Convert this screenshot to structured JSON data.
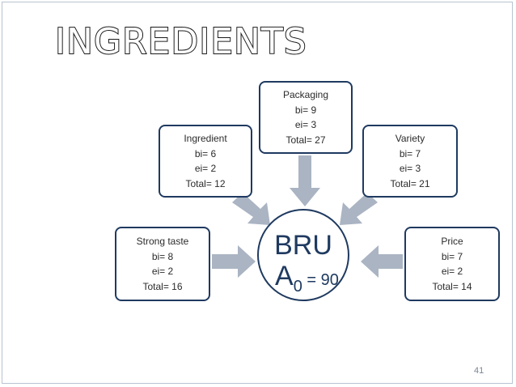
{
  "title": "INGREDIENTS",
  "center": {
    "line1": "BRU",
    "letter": "A",
    "subscript": "0",
    "rest": " = 90"
  },
  "factors": {
    "packaging": {
      "name": "Packaging",
      "bi": "bi= 9",
      "ei": "ei= 3",
      "total": "Total= 27"
    },
    "ingredient": {
      "name": "Ingredient",
      "bi": "bi= 6",
      "ei": "ei= 2",
      "total": "Total= 12"
    },
    "variety": {
      "name": "Variety",
      "bi": "bi= 7",
      "ei": "ei= 3",
      "total": "Total= 21"
    },
    "strong_taste": {
      "name": "Strong taste",
      "bi": "bi= 8",
      "ei": "ei= 2",
      "total": "Total= 16"
    },
    "price": {
      "name": "Price",
      "bi": "bi= 7",
      "ei": "ei= 2",
      "total": "Total= 14"
    }
  },
  "colors": {
    "box_border": "#1f3a60",
    "arrow": "#aab4c3"
  },
  "page_number": "41"
}
